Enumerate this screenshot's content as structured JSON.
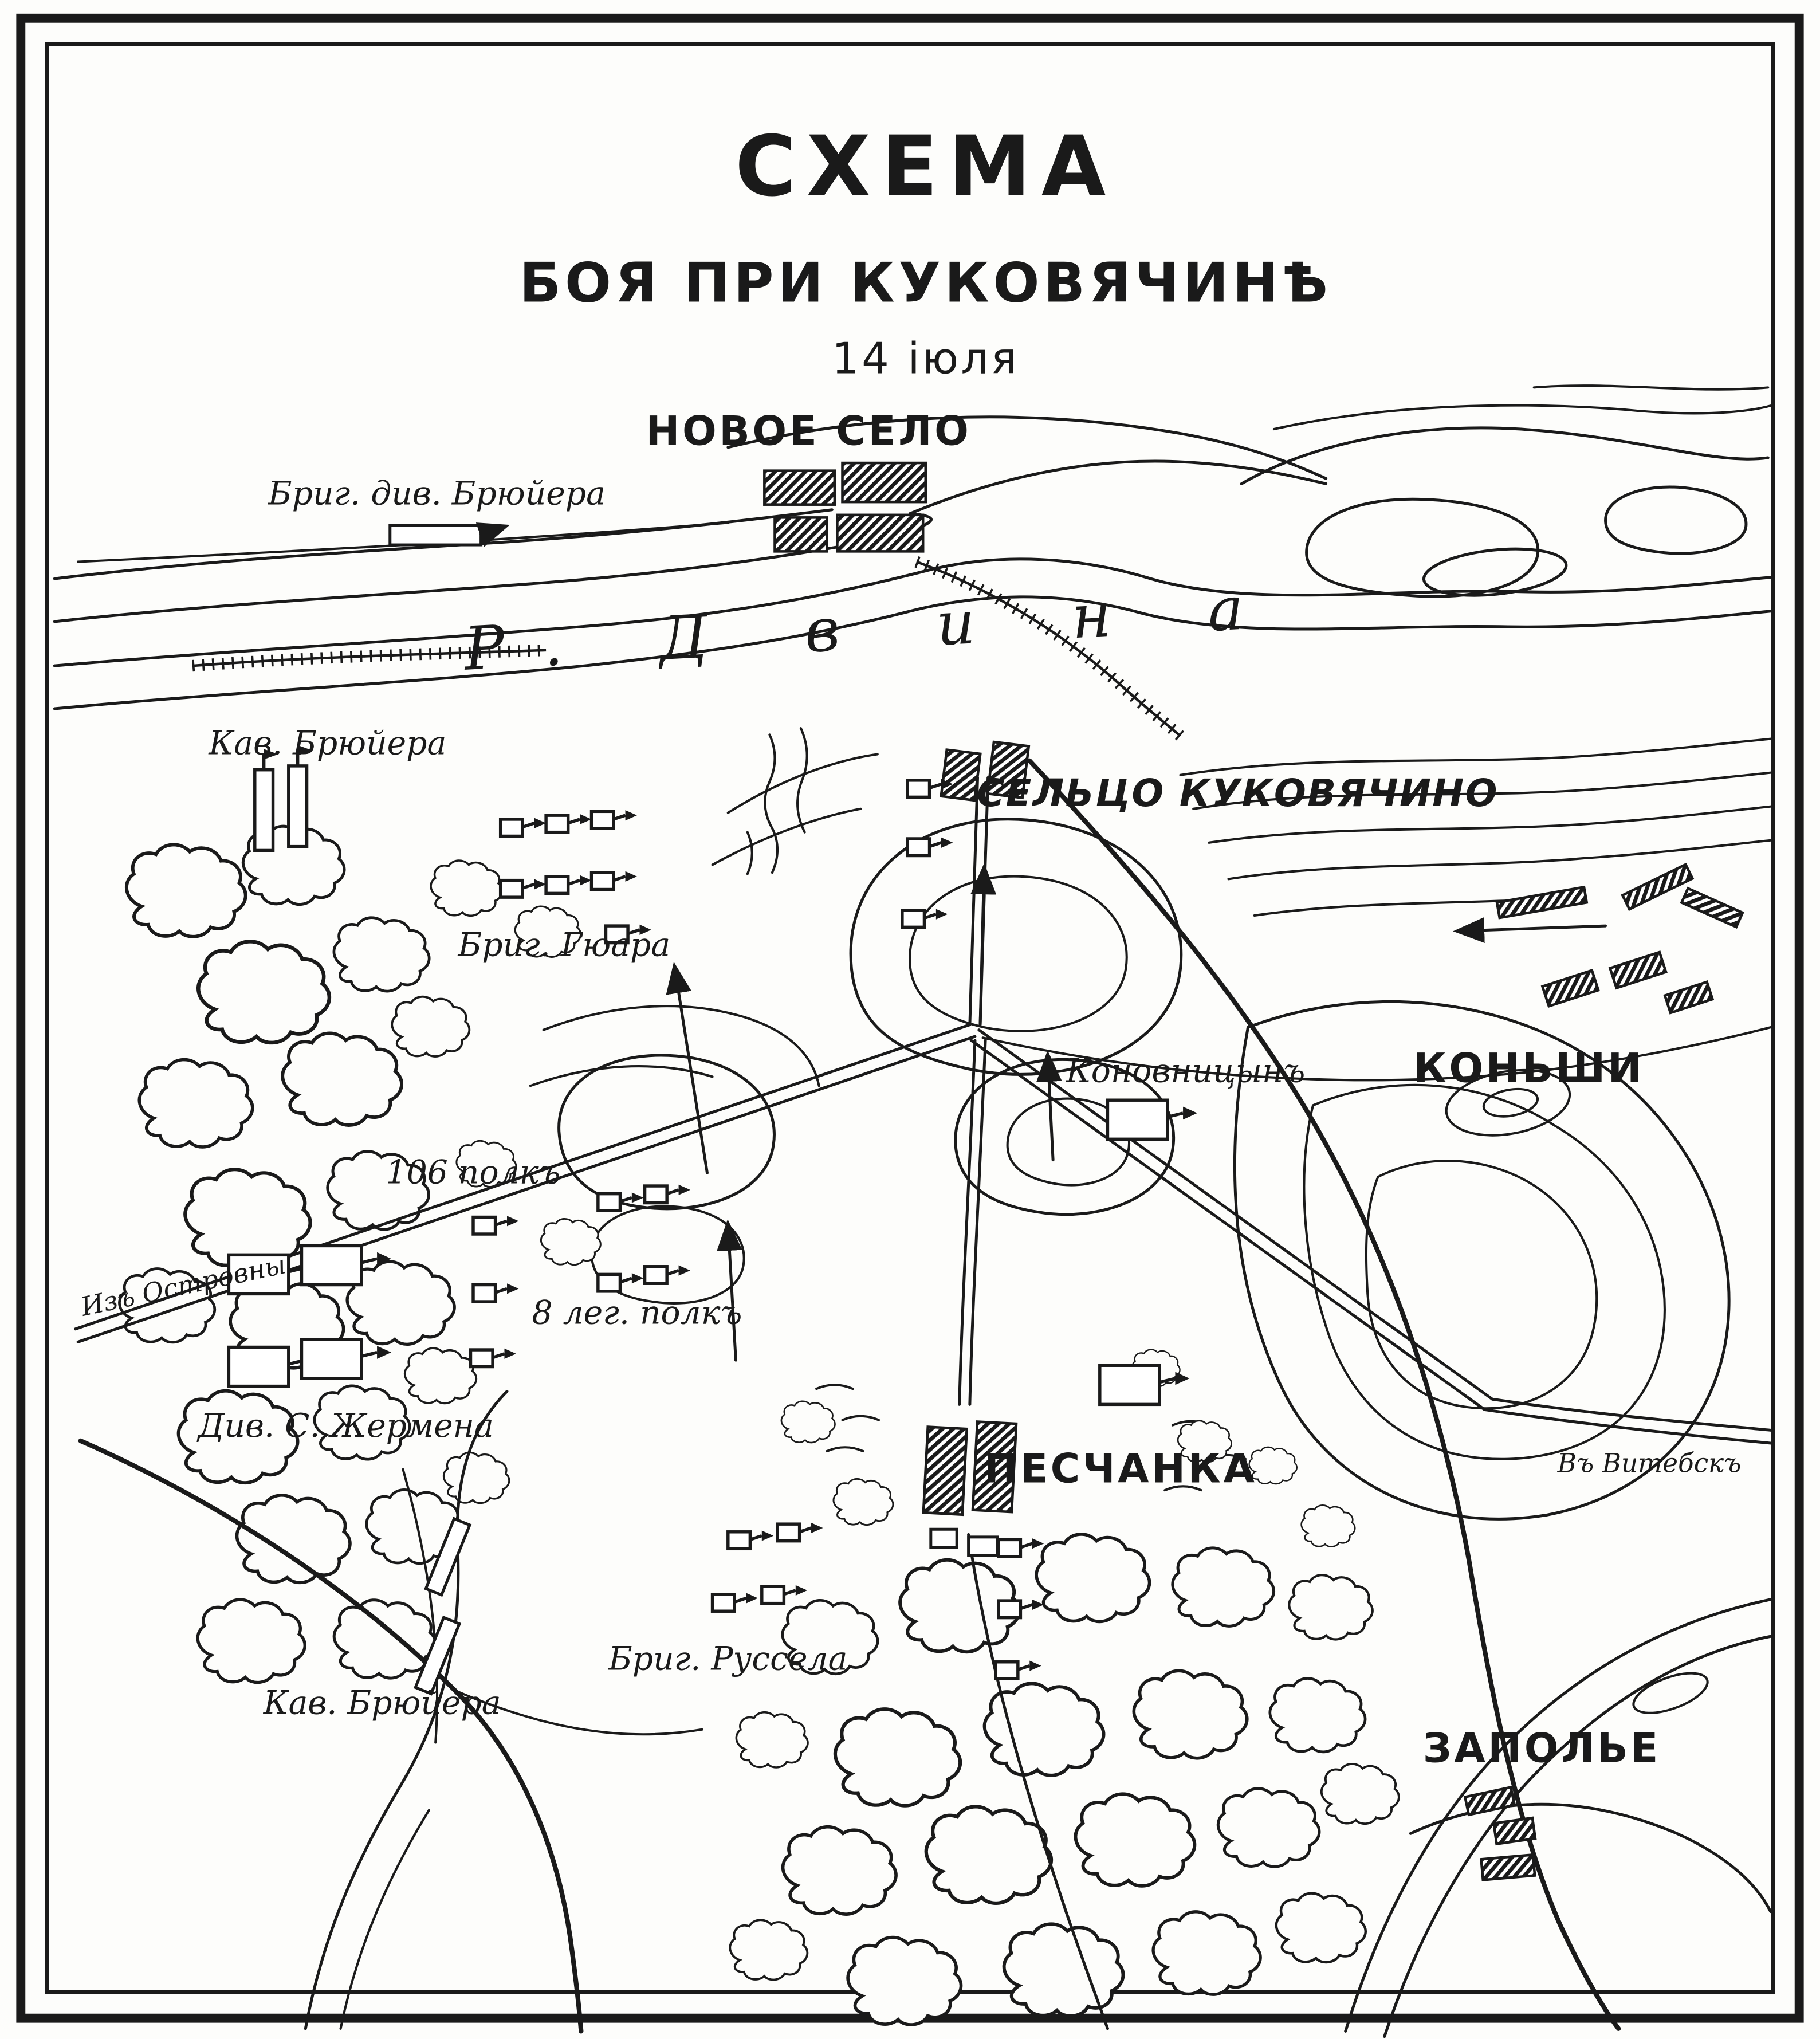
{
  "map": {
    "title": "СХЕМА",
    "subtitle": "БОЯ ПРИ КУКОВЯЧИНѢ",
    "date_label": "14 іюля",
    "river": {
      "label": "Р. Д в и н а"
    },
    "settlements": {
      "novoe_selo": "НОВОЕ СЕЛО",
      "seltso_kukovyachino": "СЕЛЬЦО КУКОВЯЧИНО",
      "konshi": "КОНЬШИ",
      "peschanka": "ПЕСЧАНКА",
      "zapolye": "ЗАПОЛЬЕ"
    },
    "units": {
      "brig_div_bruyera": "Бриг. див. Брюйера",
      "kav_bruyera_north": "Кав. Брюйера",
      "brig_guara": "Бриг. Гюара",
      "konovnitsyn": "Коновницынъ",
      "polk_106": "106 полкъ",
      "polk_8_leg": "8 лег. полкъ",
      "div_s_zhermena": "Див. С. Жермена",
      "kav_bruyera_south": "Кав. Брюйера",
      "brig_russela": "Бриг. Руссела"
    },
    "routes": {
      "iz_ostrovny": "Изъ Островны",
      "v_vitebsk": "Въ Витебскъ"
    },
    "colors": {
      "ink": "#1a1a1a",
      "paper": "#fdfdfb"
    }
  }
}
